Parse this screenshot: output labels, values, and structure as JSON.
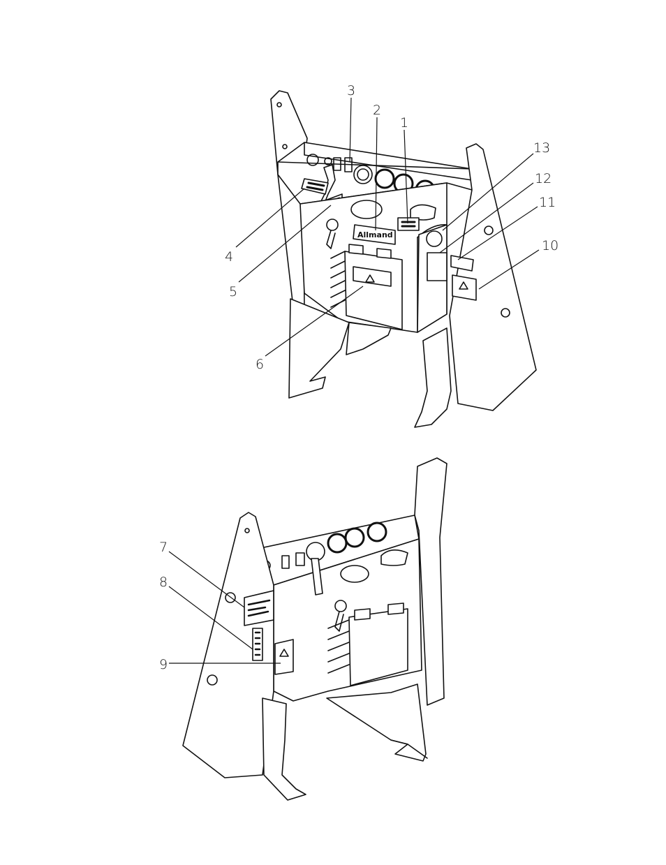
{
  "callouts": {
    "c1": "1",
    "c2": "2",
    "c3": "3",
    "c4": "4",
    "c5": "5",
    "c6": "6",
    "c7": "7",
    "c8": "8",
    "c9": "9",
    "c10": "10",
    "c11": "11",
    "c12": "12",
    "c13": "13"
  },
  "labels": {
    "logo": "Allmand"
  },
  "colors": {
    "line": "#111111",
    "fill": "#ffffff",
    "decal": "#222222"
  }
}
